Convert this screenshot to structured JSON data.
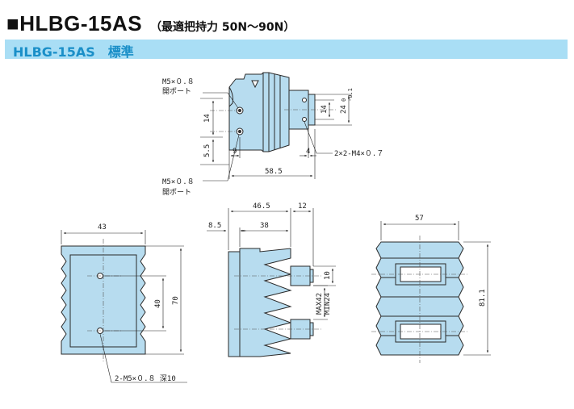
{
  "title": {
    "main": "■HLBG-15AS",
    "sub": "（最適把持力 50N〜90N）"
  },
  "banner": {
    "text": "HLBG-15AS　標準"
  },
  "colors": {
    "body": "#b7dcef",
    "outline": "#2a2a2a",
    "banner_bg": "#a9def5",
    "banner_text": "#1a8fc8"
  },
  "top_view": {
    "port_upper": {
      "line1": "M5×０.８",
      "line2": "開ポート"
    },
    "port_lower": {
      "line1": "M5×０.８",
      "line2": "開ポート"
    },
    "dims": {
      "d14_left": "14",
      "d5_5": "5.5",
      "d9": "9",
      "d58_5": "58.5",
      "d4": "4",
      "d14_right": "14",
      "d24": "24",
      "d24_tol_top": "0",
      "d24_tol_bot": "-0.1"
    },
    "callout_m4": "2×2-M4×０.７"
  },
  "front_view": {
    "dims": {
      "d43": "43",
      "d40": "40",
      "d70": "70"
    },
    "callout_bottom": "2-M5×０.８ 深10"
  },
  "side_view": {
    "dims": {
      "d46_5": "46.5",
      "d12": "12",
      "d8_5": "8.5",
      "d38": "38",
      "d10": "10",
      "max42": "MAX42",
      "min24": "MIN24"
    }
  },
  "rear_view": {
    "dims": {
      "d57": "57",
      "d81_1": "81.1"
    }
  }
}
